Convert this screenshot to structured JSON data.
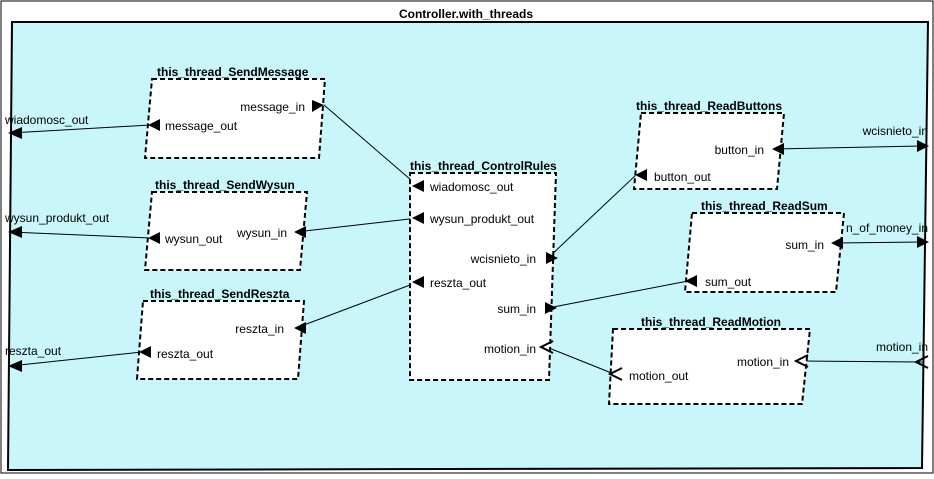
{
  "diagram": {
    "outer_title": "Controller.with_threads",
    "colors": {
      "canvas": "#c8f6fb",
      "ink": "#000000",
      "page": "#ffffff"
    },
    "threads": [
      {
        "id": "send-message",
        "title": "this_thread_SendMessage",
        "ports": [
          "message_in",
          "message_out"
        ]
      },
      {
        "id": "send-wysun",
        "title": "this_thread_SendWysun",
        "ports": [
          "wysun_out",
          "wysun_in"
        ]
      },
      {
        "id": "send-reszta",
        "title": "this_thread_SendReszta",
        "ports": [
          "reszta_in",
          "reszta_out"
        ]
      },
      {
        "id": "control-rules",
        "title": "this_thread_ControlRules",
        "ports": [
          "wiadomosc_out",
          "wysun_produkt_out",
          "wcisnieto_in",
          "reszta_out",
          "sum_in",
          "motion_in"
        ]
      },
      {
        "id": "read-buttons",
        "title": "this_thread_ReadButtons",
        "ports": [
          "button_in",
          "button_out"
        ]
      },
      {
        "id": "read-sum",
        "title": "this_thread_ReadSum",
        "ports": [
          "sum_in",
          "sum_out"
        ]
      },
      {
        "id": "read-motion",
        "title": "this_thread_ReadMotion",
        "ports": [
          "motion_in",
          "motion_out"
        ]
      }
    ],
    "external_ports": [
      "wiadomosc_out",
      "wysun_produkt_out",
      "reszta_out",
      "wcisnieto_in",
      "n_of_money_in",
      "motion_in"
    ]
  }
}
